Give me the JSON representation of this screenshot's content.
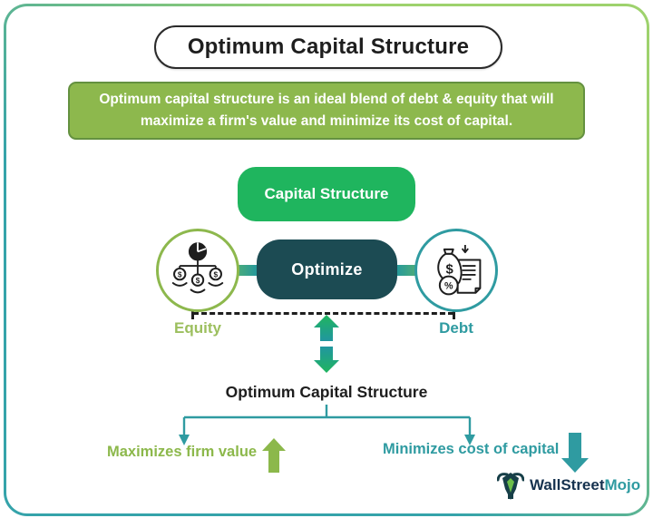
{
  "title": "Optimum Capital Structure",
  "description": "Optimum capital structure is an ideal blend of debt & equity that will maximize a firm's value and minimize its cost of capital.",
  "flow": {
    "capital_structure_label": "Capital Structure",
    "optimize_label": "Optimize",
    "equity_label": "Equity",
    "debt_label": "Debt",
    "optimum_label": "Optimum Capital Structure",
    "outcome_left": "Maximizes firm value",
    "outcome_right": "Minimizes cost of capital"
  },
  "icons": {
    "equity": "pie-chart-shareholding-icon",
    "debt": "money-bag-document-percent-icon",
    "outcome_left": "up-arrow-icon",
    "outcome_right": "down-arrow-icon"
  },
  "logo": {
    "wallstreet": "WallStreet",
    "mojo": "Mojo"
  },
  "colors": {
    "frame_teal": "#35a3aa",
    "frame_green": "#9ed26d",
    "desc_bg": "#8db84d",
    "desc_border": "#649140",
    "node_green": "#1fb55e",
    "node_dark": "#1c4b53",
    "arrow_green": "#77c353",
    "arrow_teal": "#2196a0",
    "equity_border": "#8db84d",
    "equity_color": "#9cbf5e",
    "debt_color": "#2f9ba1",
    "outcome_green": "#8cb84b",
    "text_dark": "#1e1e1e",
    "logo_navy": "#16324f"
  }
}
